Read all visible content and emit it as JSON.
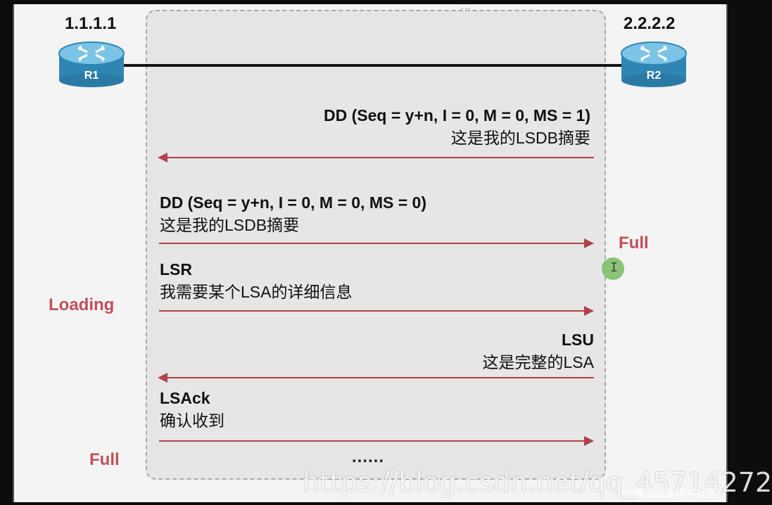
{
  "routers": {
    "r1": {
      "ip": "1.1.1.1",
      "label": "R1"
    },
    "r2": {
      "ip": "2.2.2.2",
      "label": "R2"
    }
  },
  "messages": [
    {
      "title": "DD (Seq = y+n, I = 0, M = 0, MS = 1)",
      "desc": "这是我的LSDB摘要",
      "direction": "R2→R1"
    },
    {
      "title": "DD (Seq = y+n, I = 0, M = 0, MS = 0)",
      "desc": "这是我的LSDB摘要",
      "direction": "R1→R2"
    },
    {
      "title": "LSR",
      "desc": "我需要某个LSA的详细信息",
      "direction": "R1→R2"
    },
    {
      "title": "LSU",
      "desc": "这是完整的LSA",
      "direction": "R2→R1"
    },
    {
      "title": "LSAck",
      "desc": "确认收到",
      "direction": "R1→R2"
    }
  ],
  "states": {
    "r2_full": "Full",
    "r1_loading": "Loading",
    "r1_full": "Full"
  },
  "ellipsis": "......",
  "top_handle": "...",
  "cursor_glyph": "I",
  "watermark": "https://blog.csdn.net/qq_45714272",
  "sub_watermark": "@稀土掘金技术社区",
  "colors": {
    "arrow": "#b0404a",
    "state_text": "#c0505a",
    "router_body": "#2f86b4"
  }
}
